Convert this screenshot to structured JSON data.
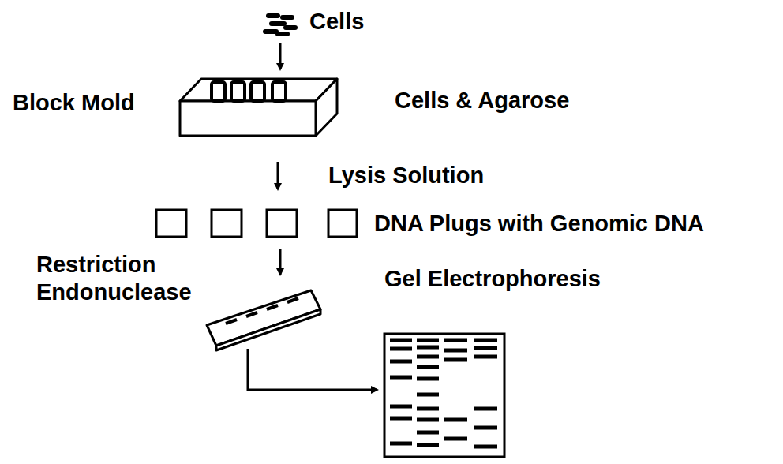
{
  "diagram": {
    "labels": [
      "Cells",
      "Block Mold",
      "Cells & Agarose",
      "Lysis Solution",
      "DNA Plugs with Genomic DNA",
      "Restriction Endonuclease",
      "Gel Electrophoresis"
    ]
  }
}
